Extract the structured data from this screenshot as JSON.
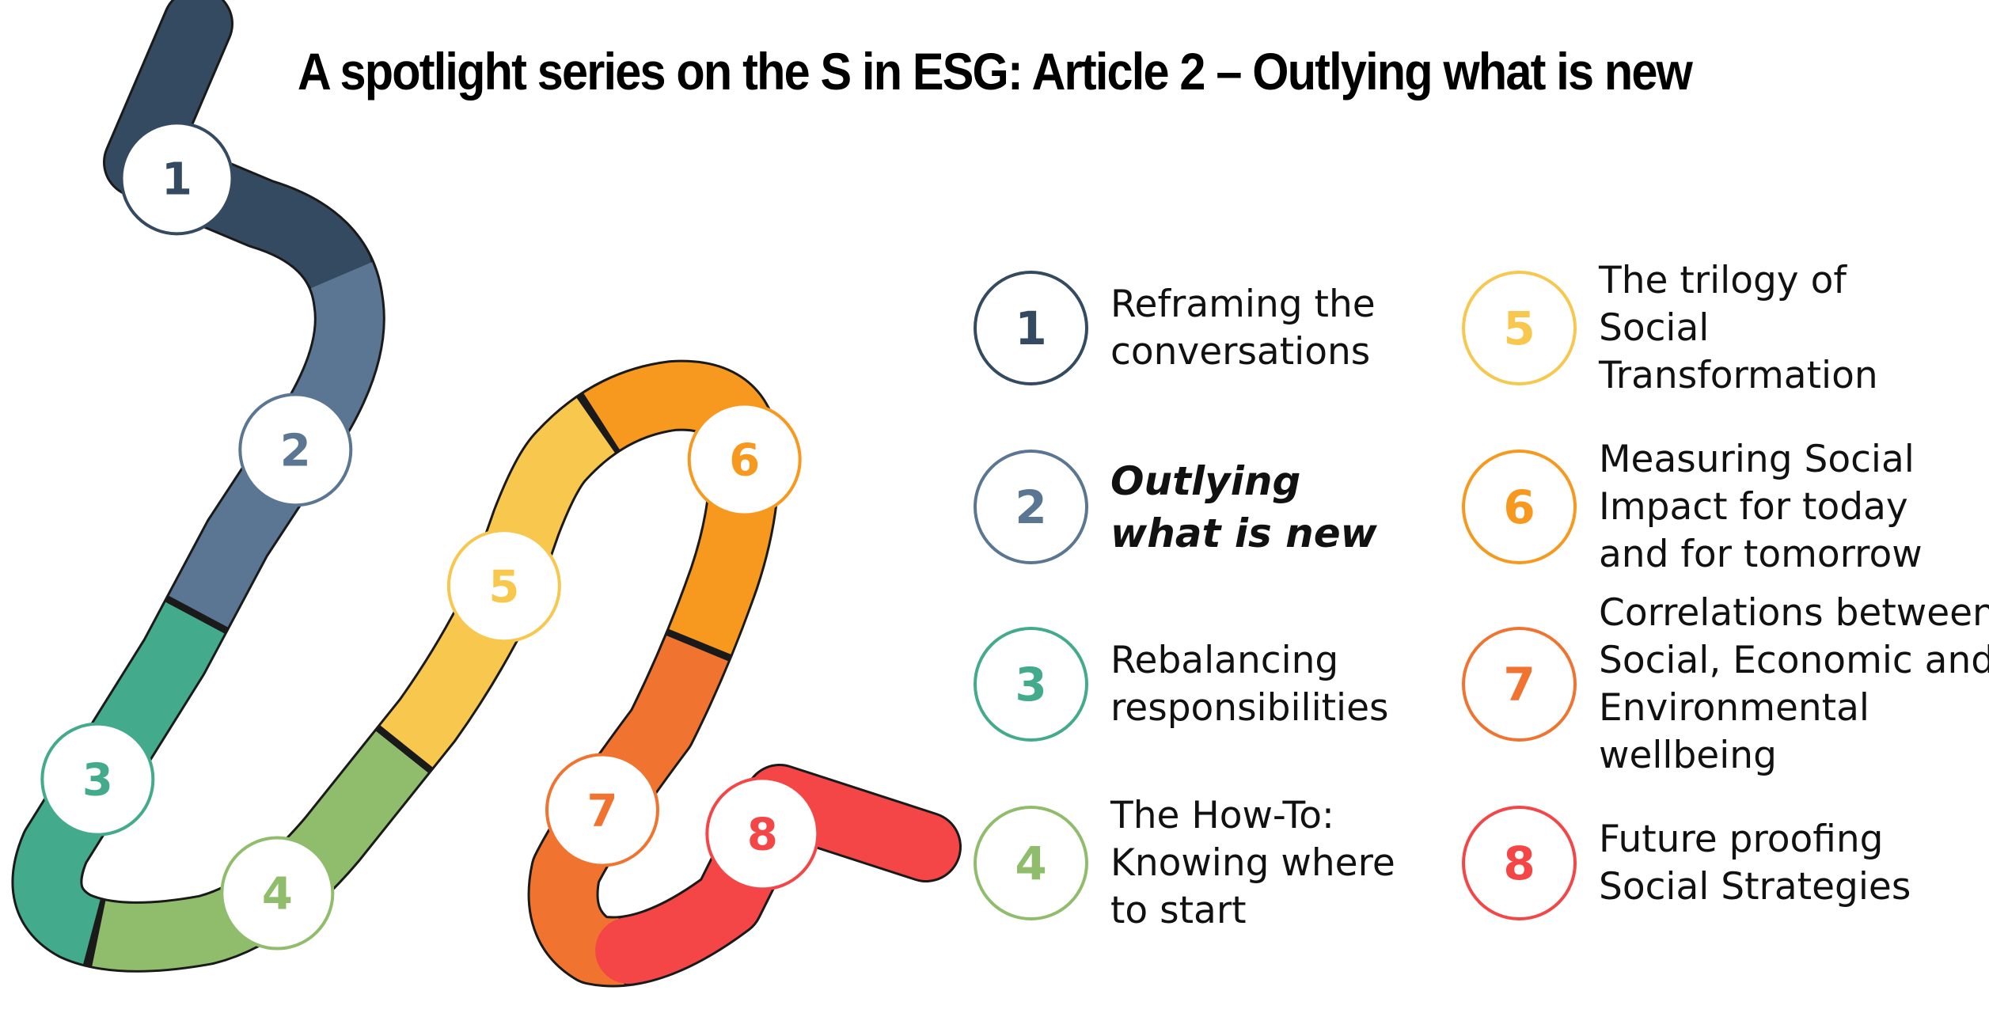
{
  "title": "A spotlight series on the S in ESG: Article 2 – Outlying what is new",
  "colors": {
    "1": "#344a60",
    "2": "#5b7692",
    "3": "#43ab8b",
    "4": "#8fbd6c",
    "5": "#f7c74e",
    "6": "#f7981f",
    "7": "#f07430",
    "8": "#f44647"
  },
  "articles": [
    {
      "number": "1",
      "label": "Reframing the\nconversations",
      "icon": "number-1-circle"
    },
    {
      "number": "2",
      "label": "Outlying\nwhat is new",
      "icon": "number-2-circle",
      "current": true
    },
    {
      "number": "3",
      "label": "Rebalancing\nresponsibilities",
      "icon": "number-3-circle"
    },
    {
      "number": "4",
      "label": "The How-To:\nKnowing where\nto start",
      "icon": "number-4-circle"
    },
    {
      "number": "5",
      "label": "The trilogy of\nSocial\nTransformation",
      "icon": "number-5-circle"
    },
    {
      "number": "6",
      "label": "Measuring Social\nImpact for today\nand for tomorrow",
      "icon": "number-6-circle"
    },
    {
      "number": "7",
      "label": "Correlations between\nSocial, Economic and\nEnvironmental\nwellbeing",
      "icon": "number-7-circle"
    },
    {
      "number": "8",
      "label": "Future proofing\nSocial Strategies",
      "icon": "number-8-circle"
    }
  ],
  "road_markers": [
    "1",
    "2",
    "3",
    "4",
    "5",
    "6",
    "7",
    "8"
  ]
}
